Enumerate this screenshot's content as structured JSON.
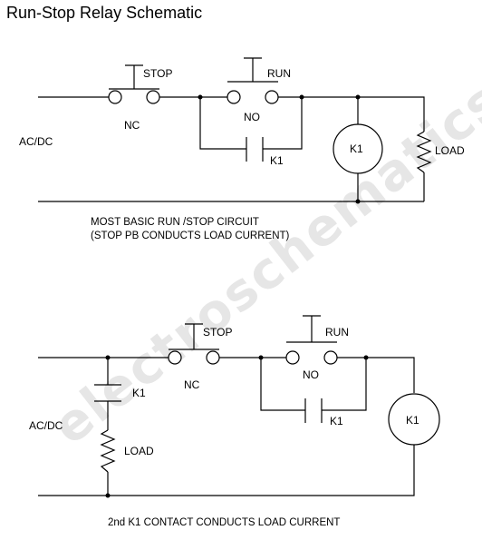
{
  "title": "Run-Stop Relay Schematic",
  "watermark": "electroschematics.com",
  "circuit1": {
    "stop_label": "STOP",
    "nc_label": "NC",
    "run_label": "RUN",
    "no_label": "NO",
    "k1_contact_label": "K1",
    "k1_coil_label": "K1",
    "load_label": "LOAD",
    "supply_label": "AC/DC",
    "caption_line1": "MOST BASIC RUN /STOP CIRCUIT",
    "caption_line2": "(STOP PB CONDUCTS LOAD CURRENT)"
  },
  "circuit2": {
    "stop_label": "STOP",
    "nc_label": "NC",
    "run_label": "RUN",
    "no_label": "NO",
    "k1_contact_label": "K1",
    "k1_load_contact_label": "K1",
    "k1_coil_label": "K1",
    "load_label": "LOAD",
    "supply_label": "AC/DC",
    "caption": "2nd K1 CONTACT CONDUCTS LOAD CURRENT"
  }
}
